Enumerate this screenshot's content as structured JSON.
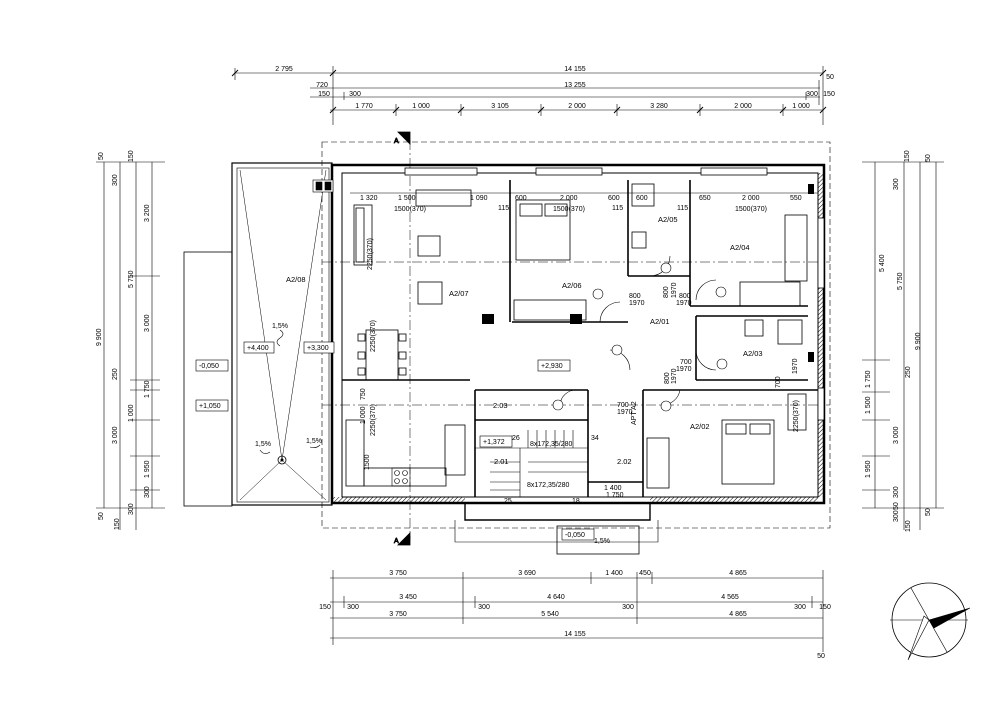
{
  "dimensions": {
    "top_row1": [
      "2 795",
      "14 155"
    ],
    "top_row2": [
      "720",
      "13 255",
      "50"
    ],
    "top_row3": [
      "150",
      "300",
      "300",
      "150"
    ],
    "top_row4": [
      "1 770",
      "1 000",
      "3 105",
      "2 000",
      "3 280",
      "2 000",
      "1 000"
    ],
    "left_outer": [
      "50",
      "150",
      "300",
      "3 200",
      "5 750",
      "9 900",
      "3 000",
      "250",
      "1 750",
      "1 000",
      "3 000",
      "1 950",
      "300",
      "50",
      "150",
      "300"
    ],
    "right_outer": [
      "50",
      "150",
      "300",
      "5 400",
      "5 750",
      "9 900",
      "250",
      "1 750",
      "1 500",
      "3 000",
      "1 950",
      "300",
      "50",
      "150",
      "300",
      "50"
    ],
    "bottom_row1": [
      "3 750",
      "3 690",
      "1 400",
      "450",
      "4 865"
    ],
    "bottom_row2": [
      "150",
      "300",
      "3 450",
      "300",
      "4 640",
      "300",
      "4 565",
      "300",
      "150"
    ],
    "bottom_row3": [
      "3 750",
      "5 540",
      "4 865"
    ],
    "bottom_row4": [
      "14 155"
    ],
    "bottom_tail": "50"
  },
  "inner_dims": {
    "d1320": "1 320",
    "d1500": "1 500",
    "d1500_370a": "1500(370)",
    "d1090": "1 090",
    "d1500_370b": "1500(370)",
    "d600a": "600",
    "d2000a": "2 000",
    "d600b": "600",
    "d600c": "600",
    "d115a": "115",
    "d115b": "115",
    "d115c": "115",
    "d650": "650",
    "d2000b": "2 000",
    "d550": "550",
    "d1500_370c": "1500(370)",
    "d2250_370": "2250(370)",
    "d2250_370b": "2250(370)",
    "d1000": "1 000",
    "d750": "750",
    "d1500v": "1500",
    "d2250_370c": "2250(370)",
    "d2250_370d": "2250(370)",
    "door1": "800",
    "door1b": "1970",
    "door2": "800",
    "door2b": "1970",
    "door3": "700",
    "door3b": "1970",
    "door4": "700",
    "door4b": "1970",
    "door5": "800",
    "door5b": "1970",
    "door6": "700",
    "door6b": "1970",
    "door7": "800",
    "door7b": "1970",
    "apt": "APT A2",
    "d1400": "1 400",
    "d1750": "1 750",
    "stair1": "8x172,35/280",
    "stair2": "8x172,35/280",
    "n26": "26",
    "n34": "34",
    "n25": "25",
    "n18": "18"
  },
  "rooms": {
    "a208": "A2/08",
    "a207": "A2/07",
    "a206": "A2/06",
    "a205": "A2/05",
    "a204": "A2/04",
    "a203": "A2/03",
    "a202": "A2/02",
    "a201": "A2/01",
    "r203": "2.03",
    "r201": "2.01",
    "r202": "2.02"
  },
  "levels": {
    "l4400": "+4,400",
    "l3300": "+3,300",
    "lneg050a": "-0,050",
    "l1050": "+1,050",
    "l2930": "+2,930",
    "l1372": "+1,372",
    "lneg050b": "-0,050"
  },
  "slopes": {
    "s1": "1,5%",
    "s2": "1,5%",
    "s3": "1,5%",
    "s4": "1,5%"
  },
  "section_marks": {
    "top": "A",
    "bottom": "A"
  },
  "icons": [
    "north-arrow-icon",
    "roof-drain-icon",
    "stove-icon",
    "sink-icon"
  ]
}
